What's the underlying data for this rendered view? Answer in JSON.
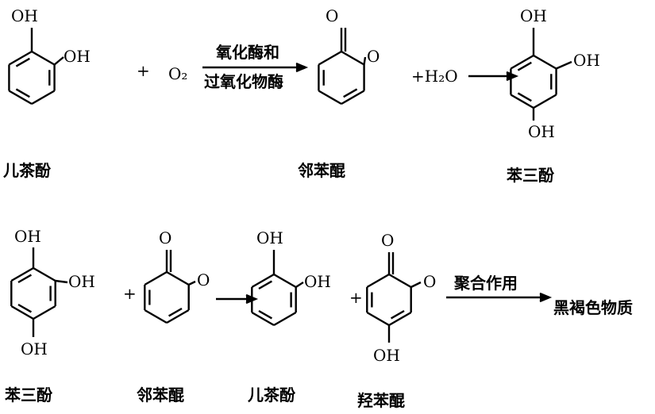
{
  "reaction1": {
    "catechol": {
      "oh_top": "OH",
      "oh_right": "OH",
      "name": "儿茶酚"
    },
    "plus1": "+",
    "oxygen": "O₂",
    "arrow_top": "氧化酶和",
    "arrow_bottom": "过氧化物酶",
    "quinone": {
      "o_top": "O",
      "o_right": "O",
      "name": "邻苯醌"
    },
    "water": "+H₂O",
    "pyrogallol": {
      "oh_top": "OH",
      "oh_right": "OH",
      "oh_bottom": "OH",
      "name": "苯三酚"
    }
  },
  "reaction2": {
    "pyrogallol": {
      "oh_top": "OH",
      "oh_right": "OH",
      "oh_bottom": "OH",
      "name": "苯三酚"
    },
    "plus1": "+",
    "quinone": {
      "o_top": "O",
      "o_right": "O",
      "name": "邻苯醌"
    },
    "catechol": {
      "oh_top": "OH",
      "oh_right": "OH",
      "name": "儿茶酚"
    },
    "plus2": "+",
    "hydroxyquinone": {
      "o_top": "O",
      "o_right": "O",
      "oh_bottom": "OH",
      "name": "羟苯醌"
    },
    "arrow_top": "聚合作用",
    "product": "黑褐色物质"
  }
}
